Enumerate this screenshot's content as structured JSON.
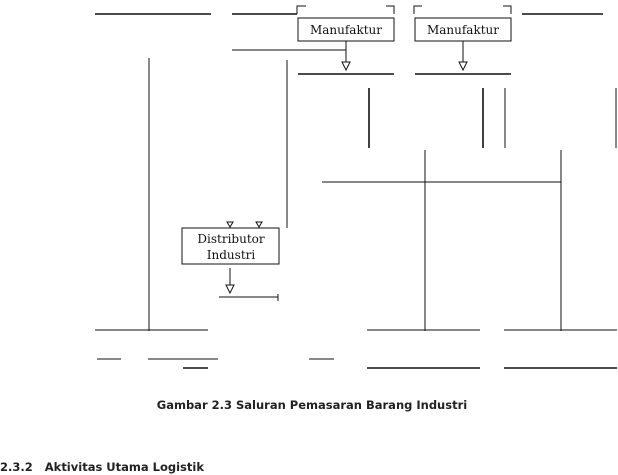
{
  "diagram": {
    "manufaktur_left_label": "Manufaktur",
    "manufaktur_right_label": "Manufaktur",
    "distributor_line1": "Distributor",
    "distributor_line2": "Industri"
  },
  "caption": "Gambar 2.3  Saluran Pemasaran Barang Industri",
  "section": {
    "number": "2.3.2",
    "title": "Aktivitas Utama Logistik"
  }
}
